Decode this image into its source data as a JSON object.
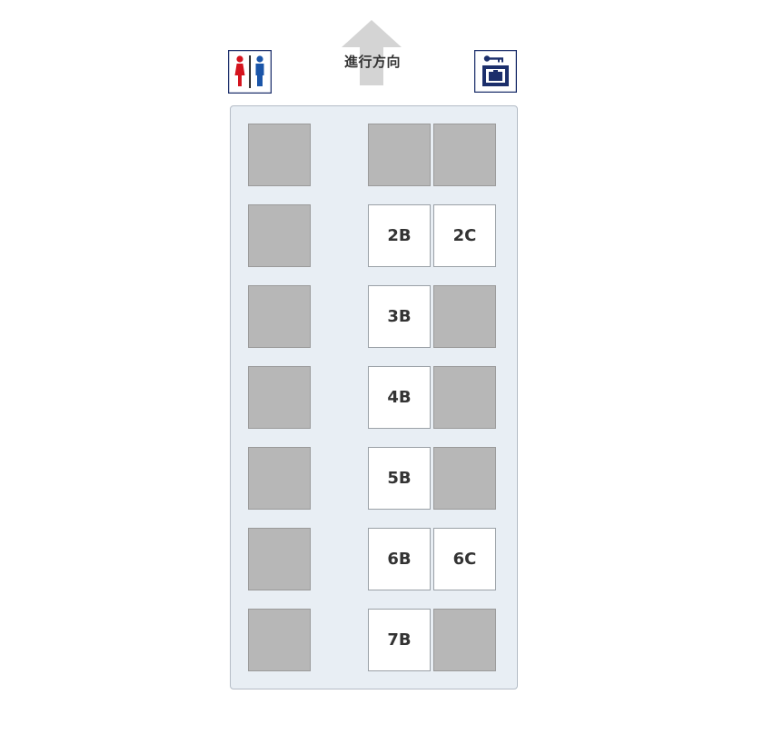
{
  "header": {
    "direction_label": "進行方向",
    "toilet_icon": "restroom-icon",
    "locker_icon": "baggage-locker-icon",
    "arrow_icon": "up-arrow-icon"
  },
  "colors": {
    "occupied": "#b7b7b7",
    "available": "#ffffff",
    "car_body": "#e8eef4",
    "arrow": "#d4d4d4",
    "icon_navy": "#1c2f6b",
    "female_red": "#d4141e",
    "male_blue": "#1b55a8"
  },
  "seat_map": {
    "columns": [
      "A",
      "B",
      "C"
    ],
    "rows": [
      {
        "row": 1,
        "A": {
          "status": "occupied",
          "label": ""
        },
        "B": {
          "status": "occupied",
          "label": ""
        },
        "C": {
          "status": "occupied",
          "label": ""
        }
      },
      {
        "row": 2,
        "A": {
          "status": "occupied",
          "label": ""
        },
        "B": {
          "status": "available",
          "label": "2B"
        },
        "C": {
          "status": "available",
          "label": "2C"
        }
      },
      {
        "row": 3,
        "A": {
          "status": "occupied",
          "label": ""
        },
        "B": {
          "status": "available",
          "label": "3B"
        },
        "C": {
          "status": "occupied",
          "label": ""
        }
      },
      {
        "row": 4,
        "A": {
          "status": "occupied",
          "label": ""
        },
        "B": {
          "status": "available",
          "label": "4B"
        },
        "C": {
          "status": "occupied",
          "label": ""
        }
      },
      {
        "row": 5,
        "A": {
          "status": "occupied",
          "label": ""
        },
        "B": {
          "status": "available",
          "label": "5B"
        },
        "C": {
          "status": "occupied",
          "label": ""
        }
      },
      {
        "row": 6,
        "A": {
          "status": "occupied",
          "label": ""
        },
        "B": {
          "status": "available",
          "label": "6B"
        },
        "C": {
          "status": "available",
          "label": "6C"
        }
      },
      {
        "row": 7,
        "A": {
          "status": "occupied",
          "label": ""
        },
        "B": {
          "status": "available",
          "label": "7B"
        },
        "C": {
          "status": "occupied",
          "label": ""
        }
      }
    ]
  }
}
